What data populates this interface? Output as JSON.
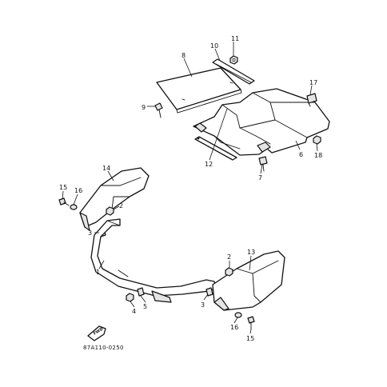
{
  "diagram_code": "87A110-0250",
  "fwd_label": "FWD",
  "callouts": {
    "c1": "1",
    "c2a": "2",
    "c2b": "2",
    "c3a": "3",
    "c3b": "3",
    "c4": "4",
    "c5": "5",
    "c6": "6",
    "c7": "7",
    "c8": "8",
    "c9": "9",
    "c10": "10",
    "c11": "11",
    "c12": "12",
    "c13": "13",
    "c14": "14",
    "c15a": "15",
    "c15b": "15",
    "c16a": "16",
    "c16b": "16",
    "c17": "17",
    "c18": "18"
  }
}
